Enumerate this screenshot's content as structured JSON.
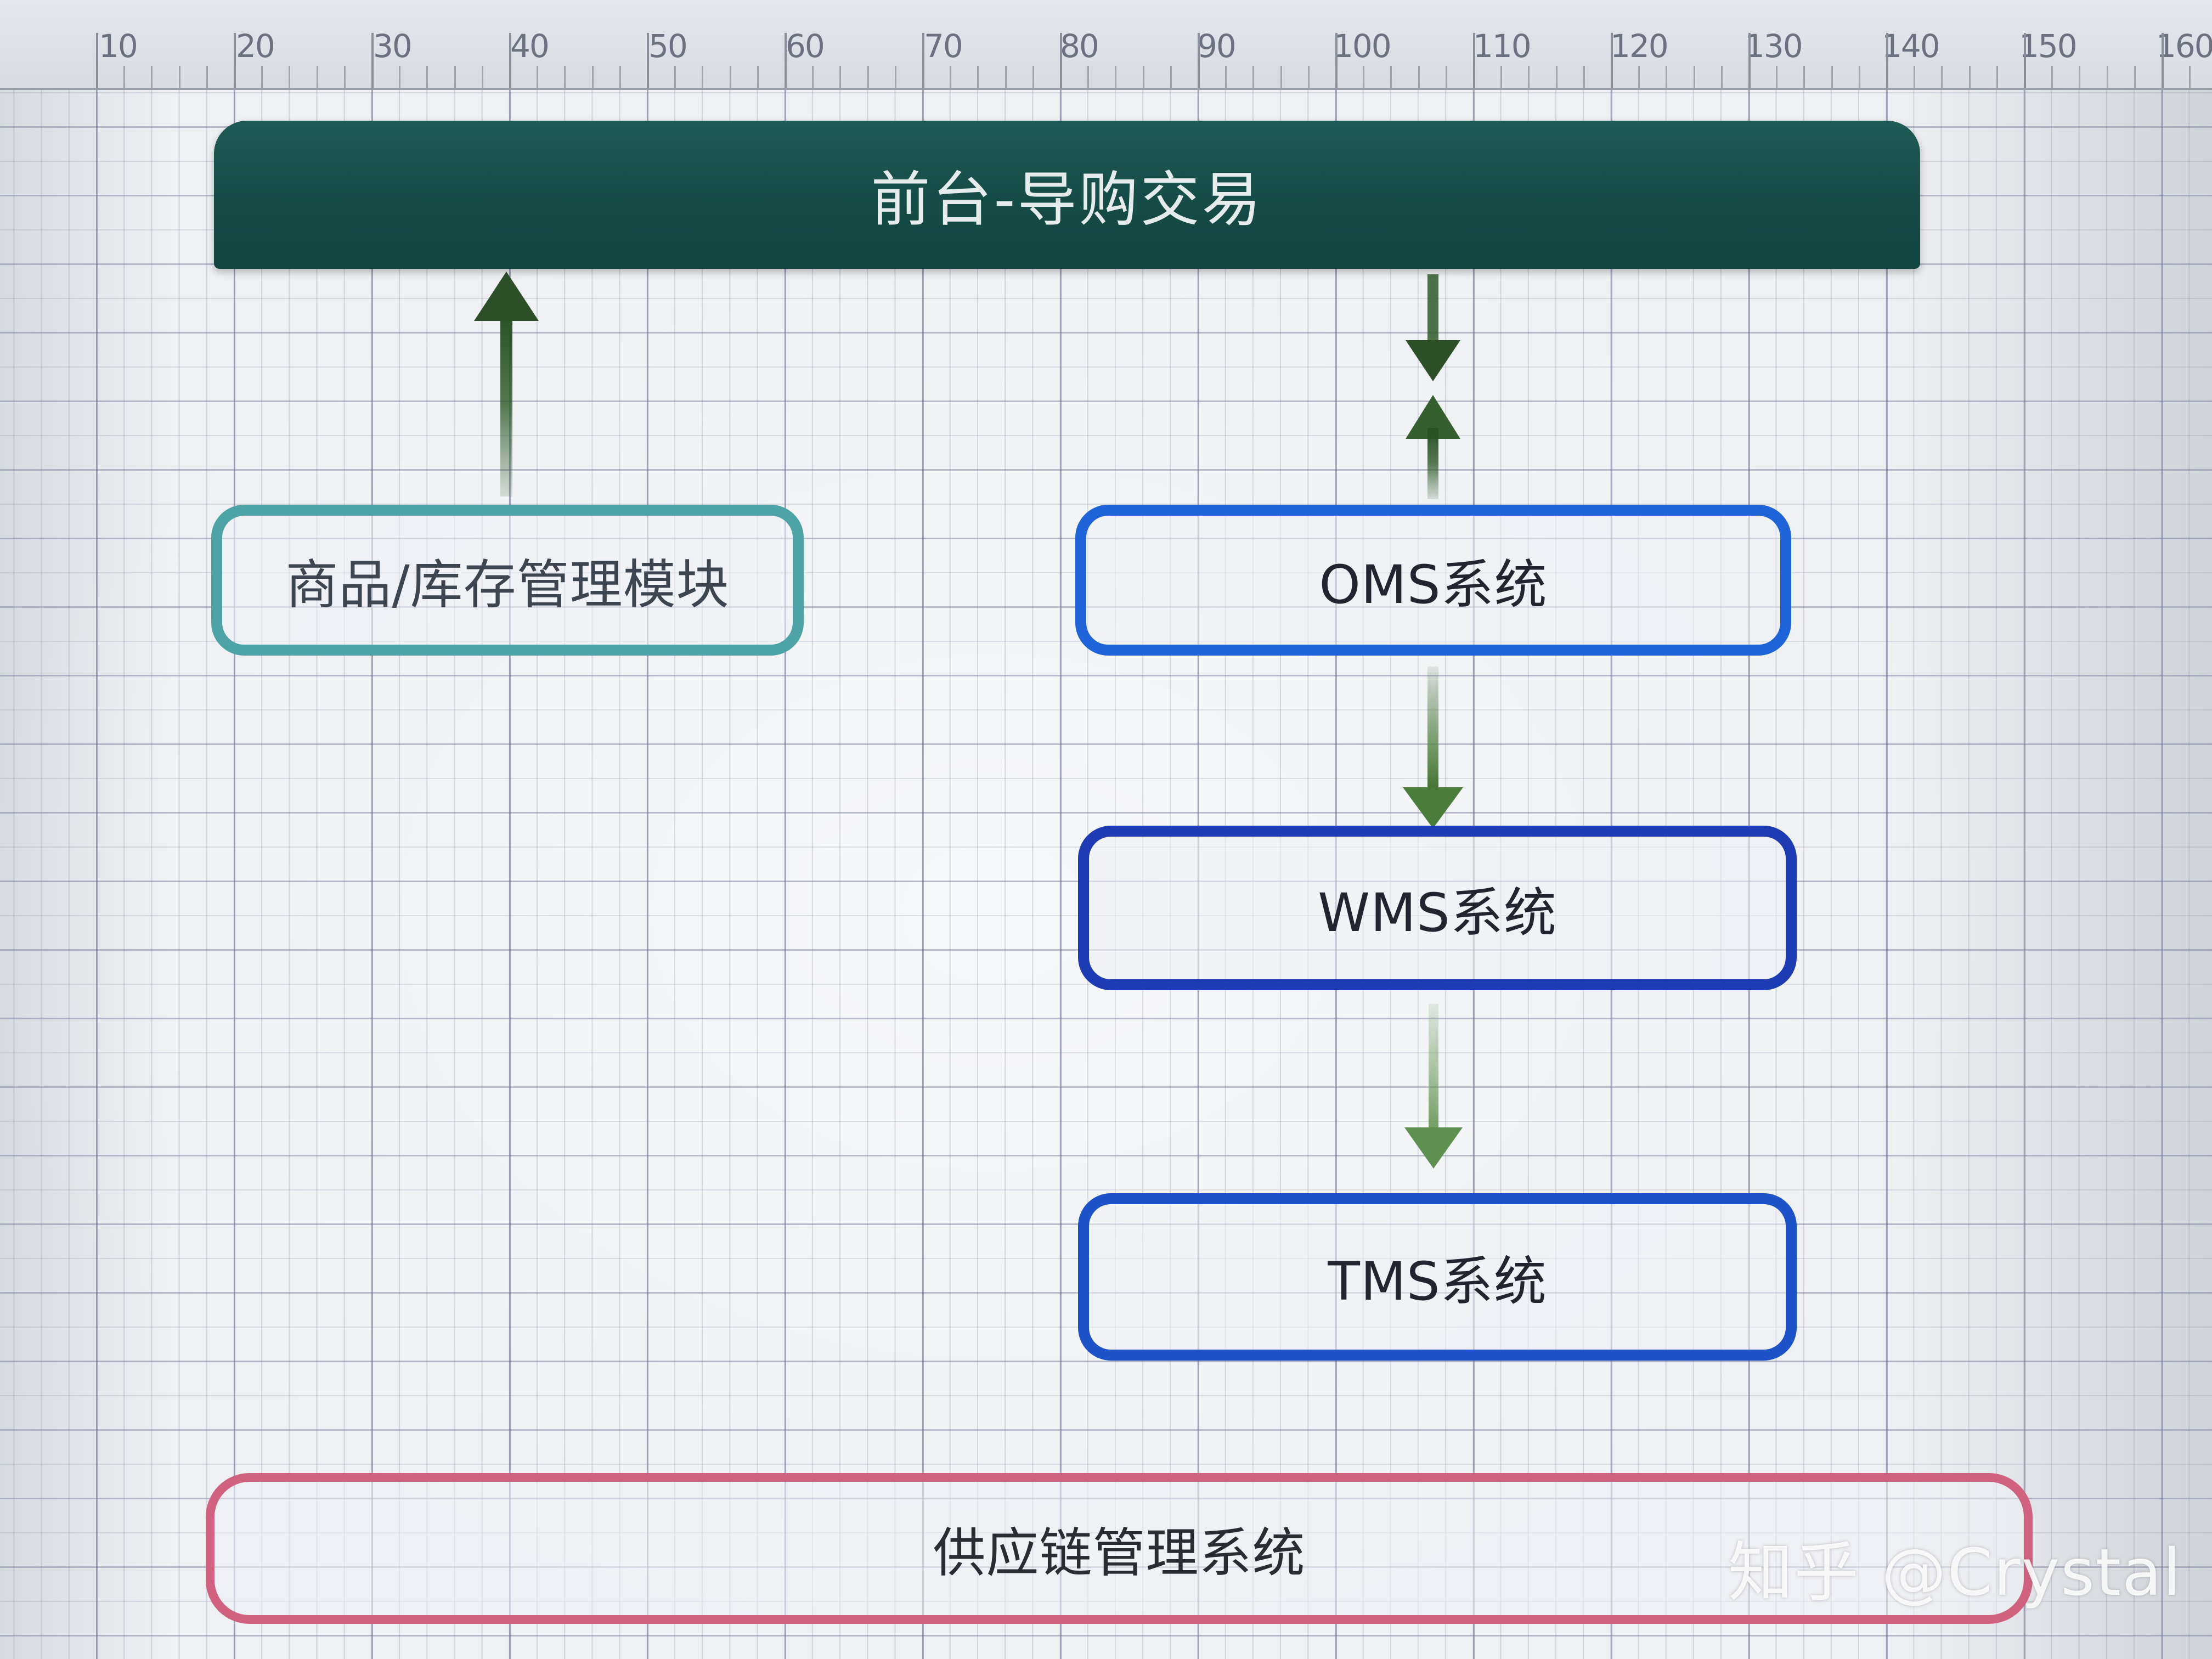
{
  "ruler": {
    "labels": [
      "10",
      "20",
      "30",
      "40",
      "50",
      "60",
      "70",
      "80",
      "90",
      "100",
      "110",
      "120",
      "130",
      "140",
      "150",
      "160"
    ]
  },
  "diagram": {
    "banner": "前台-导购交易",
    "goods_module": "商品/库存管理模块",
    "oms": "OMS系统",
    "wms": "WMS系统",
    "tms": "TMS系统",
    "supply_chain": "供应链管理系统"
  },
  "watermark": "知乎 @Crystal",
  "colors": {
    "banner": "#154a45",
    "goods_border": "#4ea3a6",
    "oms_border": "#1f63d8",
    "wms_border": "#1d3cb3",
    "tms_border": "#1e52c8",
    "supply_border": "#d0617f",
    "arrow": "#2f5a2a"
  }
}
